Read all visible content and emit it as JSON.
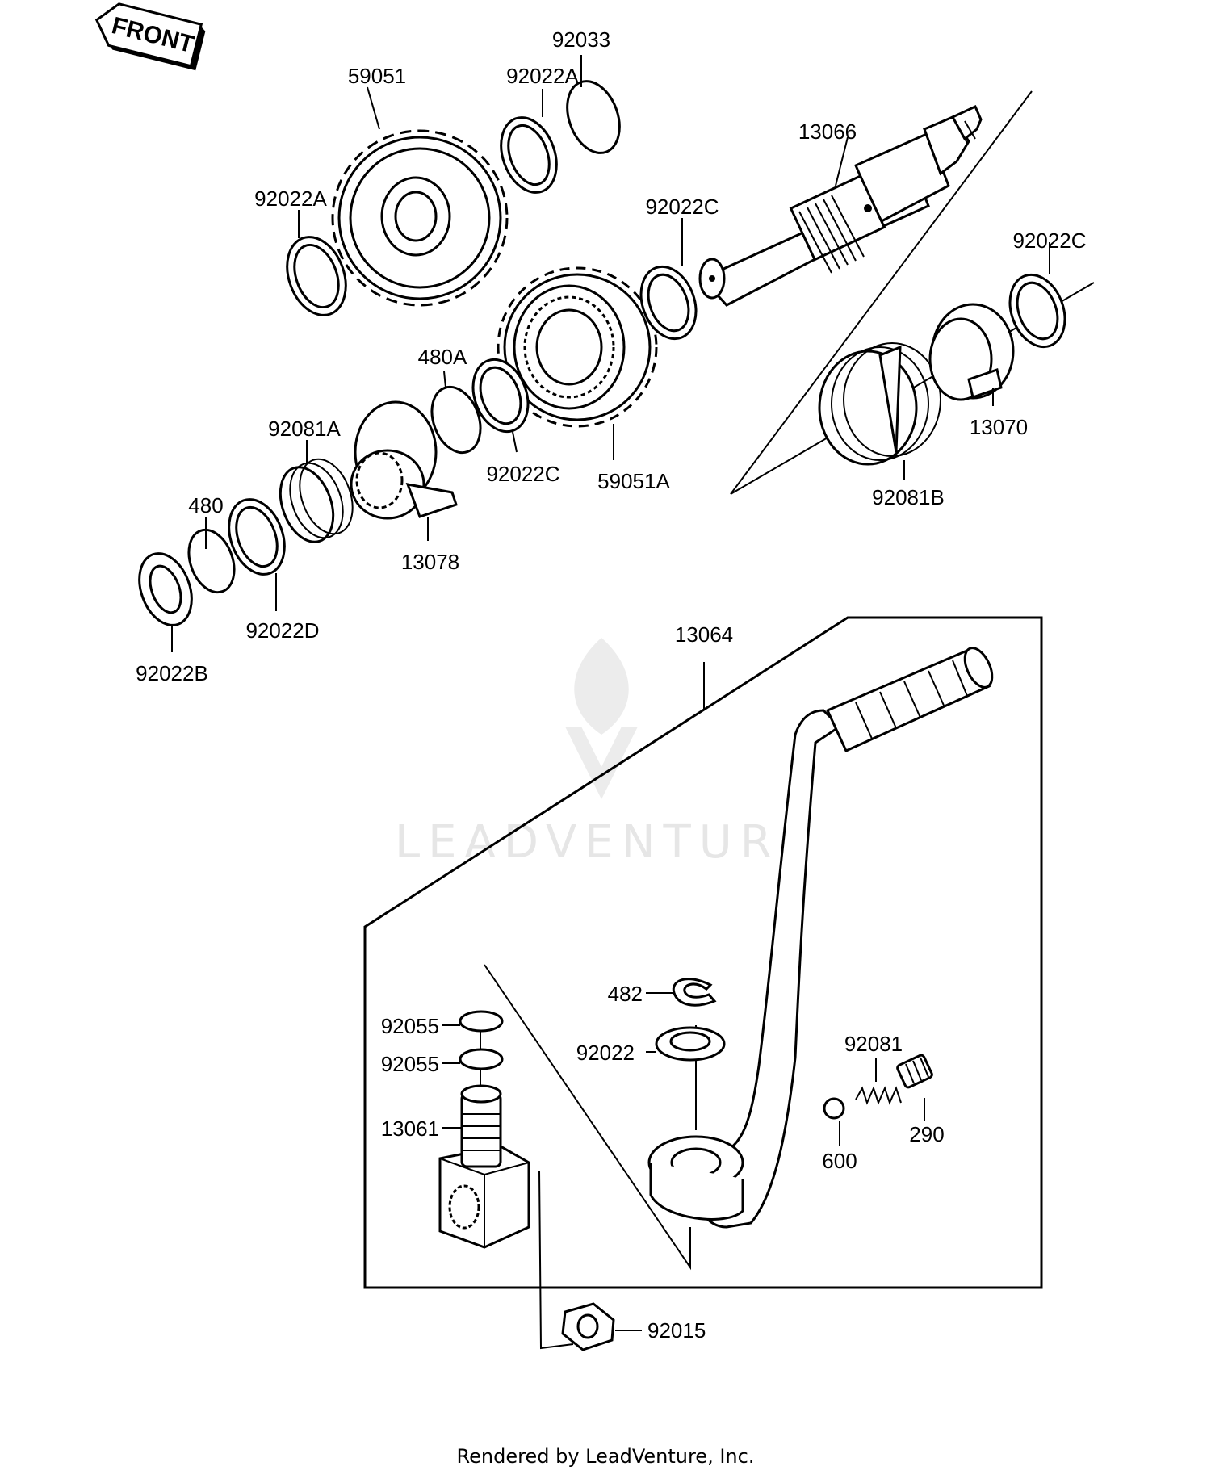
{
  "front_tag": "FRONT",
  "watermark": "LEADVENTURE",
  "footer": "Rendered by LeadVenture, Inc.",
  "callouts": {
    "p92033": "92033",
    "p59051": "59051",
    "p92022A_top": "92022A",
    "p92022A_left": "92022A",
    "p13066": "13066",
    "p92022C_mid": "92022C",
    "p92022C_right": "92022C",
    "p480A": "480A",
    "p92081A": "92081A",
    "p480": "480",
    "p92022C_low": "92022C",
    "p59051A": "59051A",
    "p13070": "13070",
    "p92081B": "92081B",
    "p13078": "13078",
    "p92022D": "92022D",
    "p92022B": "92022B",
    "p13064": "13064",
    "p482": "482",
    "p92055_a": "92055",
    "p92055_b": "92055",
    "p92022": "92022",
    "p92081": "92081",
    "p13061": "13061",
    "p290": "290",
    "p600": "600",
    "p92015": "92015"
  }
}
